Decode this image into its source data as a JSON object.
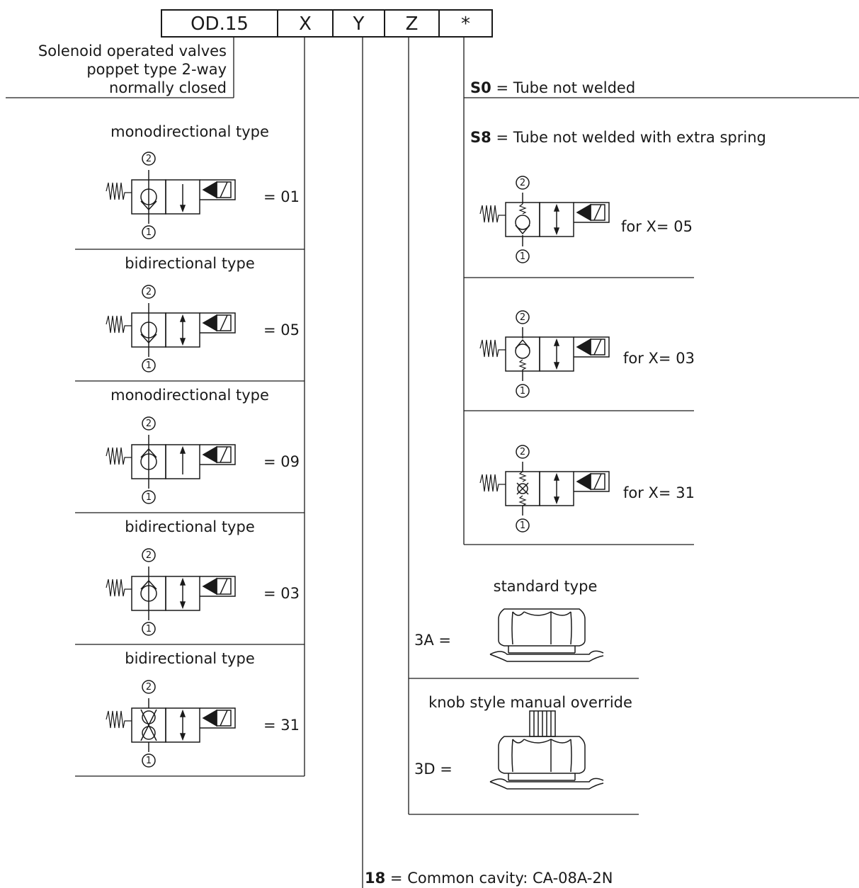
{
  "header": {
    "base": "OD.15",
    "x": "X",
    "y": "Y",
    "z": "Z",
    "star": "*"
  },
  "description": {
    "line1": "Solenoid operated valves",
    "line2": "poppet type 2-way",
    "line3": "normally closed"
  },
  "x_options": [
    {
      "type": "monodirectional type",
      "code": "= 01"
    },
    {
      "type": "bidirectional type",
      "code": "= 05"
    },
    {
      "type": "monodirectional type",
      "code": "= 09"
    },
    {
      "type": "bidirectional type",
      "code": "= 03"
    },
    {
      "type": "bidirectional type",
      "code": "= 31"
    }
  ],
  "port_labels": {
    "in": "1",
    "out": "2"
  },
  "star_options": {
    "s0_code": "S0",
    "s0_text": "= Tube not welded",
    "s8_code": "S8",
    "s8_text": "= Tube not welded with extra spring",
    "variants": [
      {
        "label": "for X= 05"
      },
      {
        "label": "for X= 03"
      },
      {
        "label": "for X= 31"
      }
    ]
  },
  "z_options": [
    {
      "title": "standard type",
      "code": "3A ="
    },
    {
      "title": "knob style manual override",
      "code": "3D ="
    }
  ],
  "y_option": {
    "code": "18",
    "text": "= Common cavity: CA-08A-2N"
  }
}
